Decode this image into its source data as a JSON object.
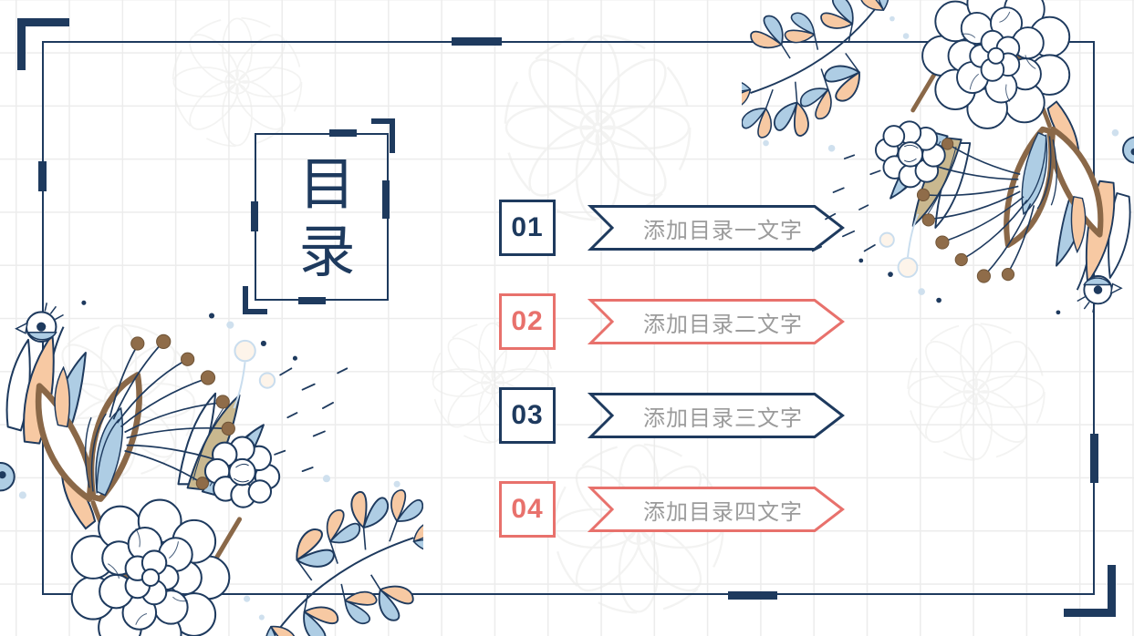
{
  "title": {
    "text": "目录"
  },
  "toc_items": [
    {
      "num": "01",
      "label": "添加目录一文字",
      "accent": "#1e3a5e"
    },
    {
      "num": "02",
      "label": "添加目录二文字",
      "accent": "#e8716c"
    },
    {
      "num": "03",
      "label": "添加目录三文字",
      "accent": "#1e3a5e"
    },
    {
      "num": "04",
      "label": "添加目录四文字",
      "accent": "#e8716c"
    }
  ],
  "colors": {
    "navy": "#1e3a5e",
    "coral": "#e8716c",
    "label_gray": "#9b9b9b",
    "peach": "#f7c9a3",
    "light_blue": "#aecde4",
    "tan": "#c9b88f",
    "brown": "#8a6848",
    "grid_line": "#ececec",
    "paper": "#ffffff"
  },
  "decorations": {
    "top_right": "floral-cluster-icon",
    "bottom_left": "floral-cluster-icon",
    "background": "grid-paper-with-floral-watermark"
  }
}
